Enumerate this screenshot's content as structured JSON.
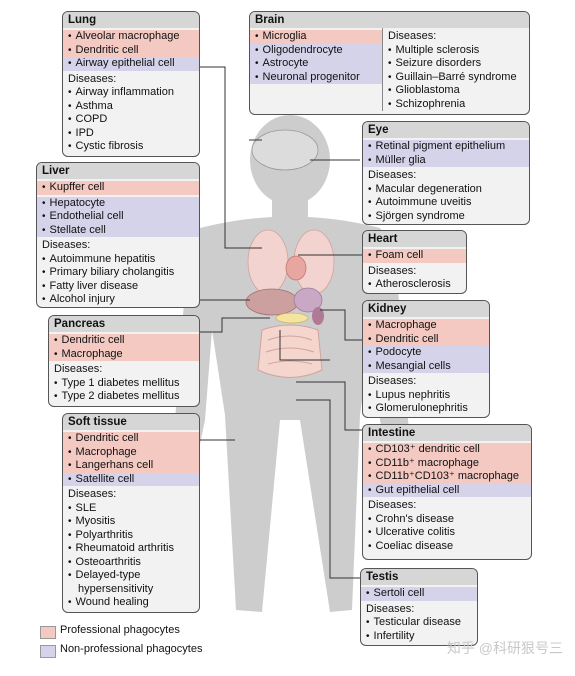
{
  "colors": {
    "professional": "#f3c9c2",
    "non_professional": "#d5d3ea",
    "panel_bg": "#f2f2f2",
    "title_bg": "#d6d6d6",
    "body_silhouette": "#c9c9c9"
  },
  "panels": {
    "lung": {
      "title": "Lung",
      "professional": [
        "Alveolar macrophage",
        "Dendritic cell"
      ],
      "non_professional": [
        "Airway epithelial cell"
      ],
      "diseases_label": "Diseases:",
      "diseases": [
        "Airway inflammation",
        "Asthma",
        "COPD",
        "IPD",
        "Cystic fibrosis"
      ]
    },
    "brain": {
      "title": "Brain",
      "professional": [
        "Microglia"
      ],
      "non_professional": [
        "Oligodendrocyte",
        "Astrocyte",
        "Neuronal progenitor"
      ],
      "diseases_label": "Diseases:",
      "diseases": [
        "Multiple sclerosis",
        "Seizure disorders",
        "Guillain–Barré syndrome",
        "Glioblastoma",
        "Schizophrenia"
      ]
    },
    "eye": {
      "title": "Eye",
      "professional": [],
      "non_professional": [
        "Retinal pigment epithelium",
        "Müller glia"
      ],
      "diseases_label": "Diseases:",
      "diseases": [
        "Macular degeneration",
        "Autoimmune uveitis",
        "Sjörgen syndrome"
      ]
    },
    "liver": {
      "title": "Liver",
      "professional": [
        "Kupffer cell"
      ],
      "non_professional": [
        "Hepatocyte",
        "Endothelial cell",
        "Stellate cell"
      ],
      "diseases_label": "Diseases:",
      "diseases": [
        "Autoimmune hepatitis",
        "Primary biliary cholangitis",
        "Fatty liver disease",
        "Alcohol injury"
      ]
    },
    "heart": {
      "title": "Heart",
      "professional": [
        "Foam cell"
      ],
      "non_professional": [],
      "diseases_label": "Diseases:",
      "diseases": [
        "Atherosclerosis"
      ]
    },
    "kidney": {
      "title": "Kidney",
      "professional": [
        "Macrophage",
        "Dendritic cell"
      ],
      "non_professional": [
        "Podocyte",
        "Mesangial cells"
      ],
      "diseases_label": "Diseases:",
      "diseases": [
        "Lupus nephritis",
        "Glomerulonephritis"
      ]
    },
    "pancreas": {
      "title": "Pancreas",
      "professional": [
        "Dendritic cell",
        "Macrophage"
      ],
      "non_professional": [],
      "diseases_label": "Diseases:",
      "diseases": [
        "Type 1 diabetes mellitus",
        "Type 2 diabetes mellitus"
      ]
    },
    "soft_tissue": {
      "title": "Soft tissue",
      "professional": [
        "Dendritic cell",
        "Macrophage",
        "Langerhans cell"
      ],
      "non_professional": [
        "Satellite cell"
      ],
      "diseases_label": "Diseases:",
      "diseases": [
        "SLE",
        "Myositis",
        "Polyarthritis",
        "Rheumatoid arthritis",
        "Osteoarthritis",
        "Delayed-type",
        "hypersensitivity",
        "Wound healing"
      ]
    },
    "intestine": {
      "title": "Intestine",
      "professional": [
        "CD103⁺ dendritic cell",
        "CD11b⁺ macrophage",
        "CD11b⁺CD103⁺ macrophage"
      ],
      "non_professional": [
        "Gut epithelial cell"
      ],
      "diseases_label": "Diseases:",
      "diseases": [
        "Crohn's disease",
        "Ulcerative colitis",
        "Coeliac disease"
      ]
    },
    "testis": {
      "title": "Testis",
      "professional": [],
      "non_professional": [
        "Sertoli cell"
      ],
      "diseases_label": "Diseases:",
      "diseases": [
        "Testicular disease",
        "Infertility"
      ]
    }
  },
  "legend": {
    "professional_label": "Professional phagocytes",
    "non_professional_label": "Non-professional phagocytes"
  },
  "watermark": "知乎 @科研狠号三"
}
